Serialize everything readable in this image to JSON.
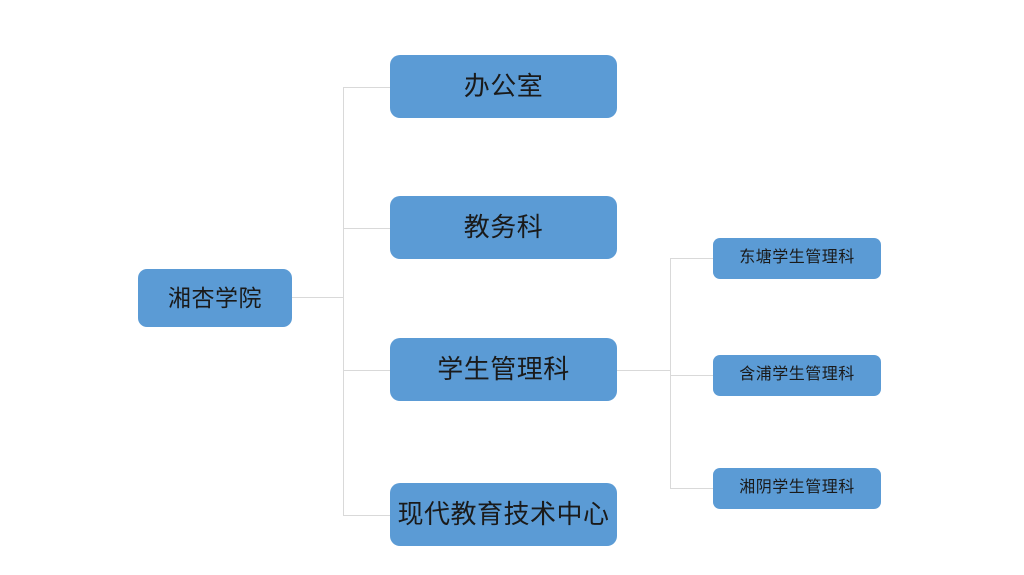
{
  "diagram": {
    "type": "organization-chart",
    "orientation": "left-to-right",
    "background_color": "#FFFFFF",
    "node_fill_color": "#5B9BD5",
    "node_text_color": "#1A1A1A",
    "connector_color": "#D9D9D9",
    "root": {
      "label": "湘杏学院"
    },
    "level2": [
      {
        "label": "办公室"
      },
      {
        "label": "教务科"
      },
      {
        "label": "学生管理科"
      },
      {
        "label": "现代教育技术中心"
      }
    ],
    "level3": [
      {
        "label": "东塘学生管理科",
        "parent": "学生管理科"
      },
      {
        "label": "含浦学生管理科",
        "parent": "学生管理科"
      },
      {
        "label": "湘阴学生管理科",
        "parent": "学生管理科"
      }
    ]
  }
}
